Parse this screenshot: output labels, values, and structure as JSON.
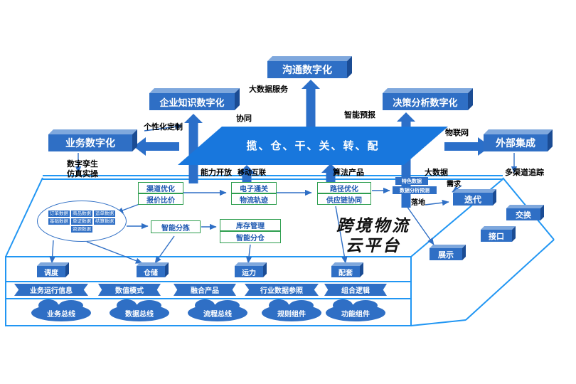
{
  "top_boxes": [
    {
      "label": "业务数字化"
    },
    {
      "label": "企业知识数字化"
    },
    {
      "label": "沟通数字化"
    },
    {
      "label": "决策分析数字化"
    },
    {
      "label": "外部集成"
    }
  ],
  "band": {
    "label": "揽、仓、干、关、转、配"
  },
  "labels": {
    "big_data_service": "大数据服务",
    "collaboration": "协同",
    "personalized": "个性化定制",
    "smart_forecast": "智能预报",
    "iot": "物联网",
    "digital_twin": "数字孪生",
    "simulation": "仿真实操",
    "capability_open": "能力开放",
    "mobile_internet": "移动互联",
    "algorithm_product": "算法产品",
    "big_data": "大数据",
    "multi_channel_tracking": "多渠道追踪",
    "demand": "需求",
    "landing": "落地"
  },
  "mid": {
    "channel_opt": "渠道优化",
    "quote_compare": "报价比价",
    "e_customs": "电子通关",
    "logistics_track": "物流轨迹",
    "route_opt": "路径优化",
    "supply_chain": "供应链协同",
    "feature_data": "特色数据",
    "data_analysis": "数据分析预测",
    "iteration": "迭代",
    "smart_sorting": "智能分拣",
    "inventory_mgmt": "库存管理",
    "smart_warehouse": "智能分仓"
  },
  "ellipse_chips": [
    "订单数据",
    "商品数据",
    "运单数据",
    "基础数据",
    "单证数据",
    "结算数据",
    "资源数据"
  ],
  "right_boxes": [
    {
      "label": "交换"
    },
    {
      "label": "接口"
    },
    {
      "label": "展示"
    }
  ],
  "platform": {
    "title_line1": "跨境物流",
    "title_line2": "云平台",
    "nodes": [
      "调度",
      "仓储",
      "运力",
      "配套"
    ],
    "banners": [
      "业务运行信息",
      "数值模式",
      "融合产品",
      "行业数据参照",
      "组合逻辑"
    ],
    "clouds": [
      "业务总线",
      "数据总线",
      "流程总线",
      "规则组件",
      "功能组件"
    ]
  },
  "colors": {
    "box_blue": "#2f6fc5",
    "band_blue": "#1877dd",
    "line_blue": "#2196f3",
    "green": "#2e9e4f"
  }
}
